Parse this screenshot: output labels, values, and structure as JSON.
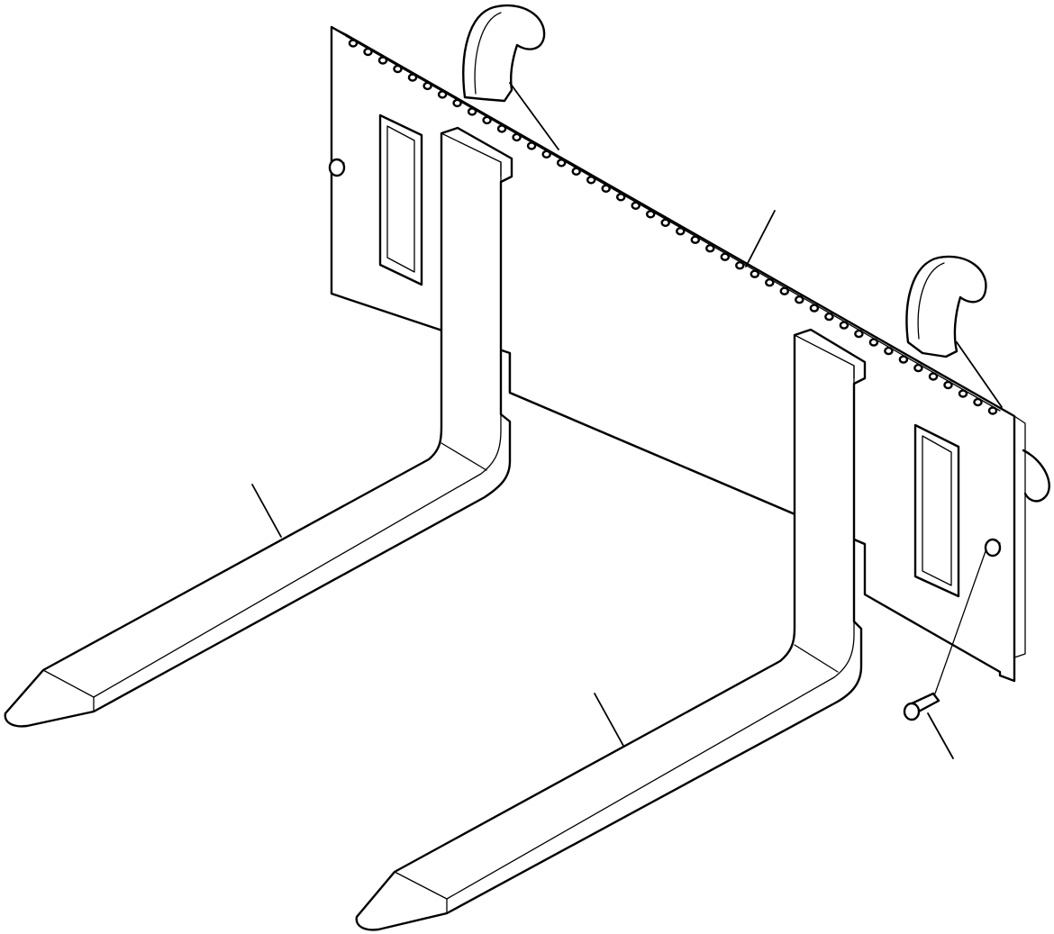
{
  "figure": {
    "labels": [],
    "parts": [
      "fork-carriage-frame",
      "mounting-hook",
      "fork-tine",
      "guide-bar",
      "stop-bolt"
    ],
    "line_color": "#000000",
    "background": "#ffffff"
  }
}
